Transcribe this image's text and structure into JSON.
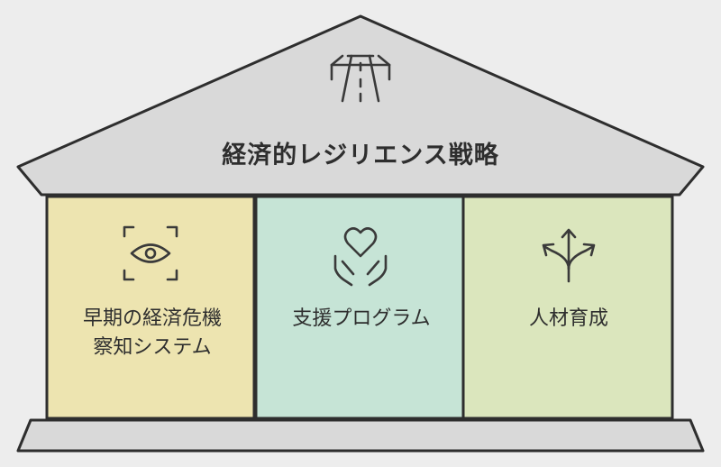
{
  "title": "経済的レジリエンス戦略",
  "roof_icon": "road-icon",
  "pillars": [
    {
      "lines": [
        "早期の経済危機",
        "察知システム"
      ],
      "icon": "eye-scan-icon",
      "color": "#ede4b0"
    },
    {
      "lines": [
        "支援プログラム"
      ],
      "icon": "heart-hands-icon",
      "color": "#c6e4d6"
    },
    {
      "lines": [
        "人材育成"
      ],
      "icon": "branching-arrows-icon",
      "color": "#dbe6bd"
    }
  ],
  "colors": {
    "background": "#ededed",
    "roof": "#d9d9d9",
    "base": "#d9d9d9",
    "outline": "#2e2e2e"
  }
}
